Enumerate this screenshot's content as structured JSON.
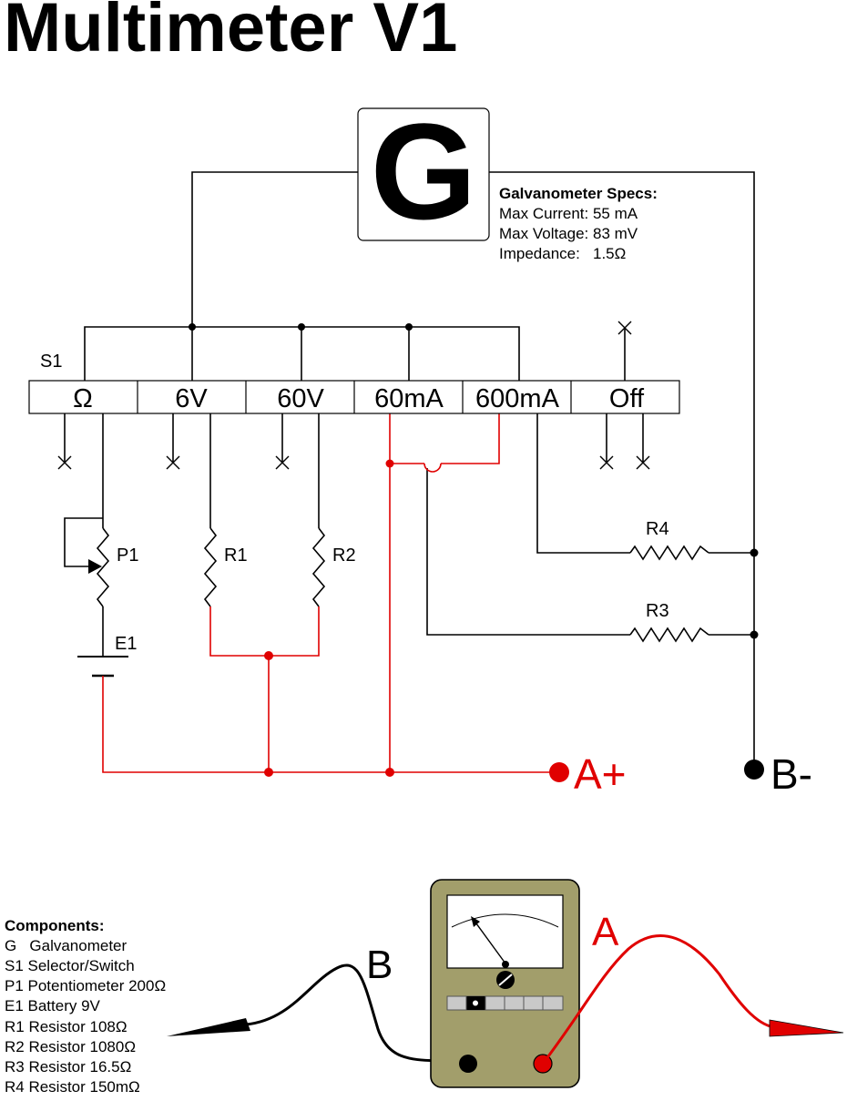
{
  "title": "Multimeter V1",
  "galvanometer": {
    "symbol": "G",
    "specs_title": "Galvanometer Specs:",
    "specs": [
      "Max Current: 55 mA",
      "Max Voltage: 83 mV",
      "Impedance:   1.5Ω"
    ]
  },
  "switch": {
    "label": "S1",
    "positions": [
      "Ω",
      "6V",
      "60V",
      "60mA",
      "600mA",
      "Off"
    ]
  },
  "parts": {
    "p1": "P1",
    "r1": "R1",
    "r2": "R2",
    "r3": "R3",
    "r4": "R4",
    "e1": "E1"
  },
  "terminals": {
    "a_plus": "A+",
    "b_minus": "B-"
  },
  "components": {
    "title": "Components:",
    "items": [
      "G   Galvanometer",
      "S1 Selector/Switch",
      "P1 Potentiometer 200Ω",
      "E1 Battery 9V",
      "R1 Resistor 108Ω",
      "R2 Resistor 1080Ω",
      "R3 Resistor 16.5Ω",
      "R4 Resistor 150mΩ"
    ]
  },
  "probes": {
    "a": "A",
    "b": "B"
  },
  "colors": {
    "positive": "#e00000",
    "negative": "#000000",
    "meter_body": "#a29e6b"
  }
}
